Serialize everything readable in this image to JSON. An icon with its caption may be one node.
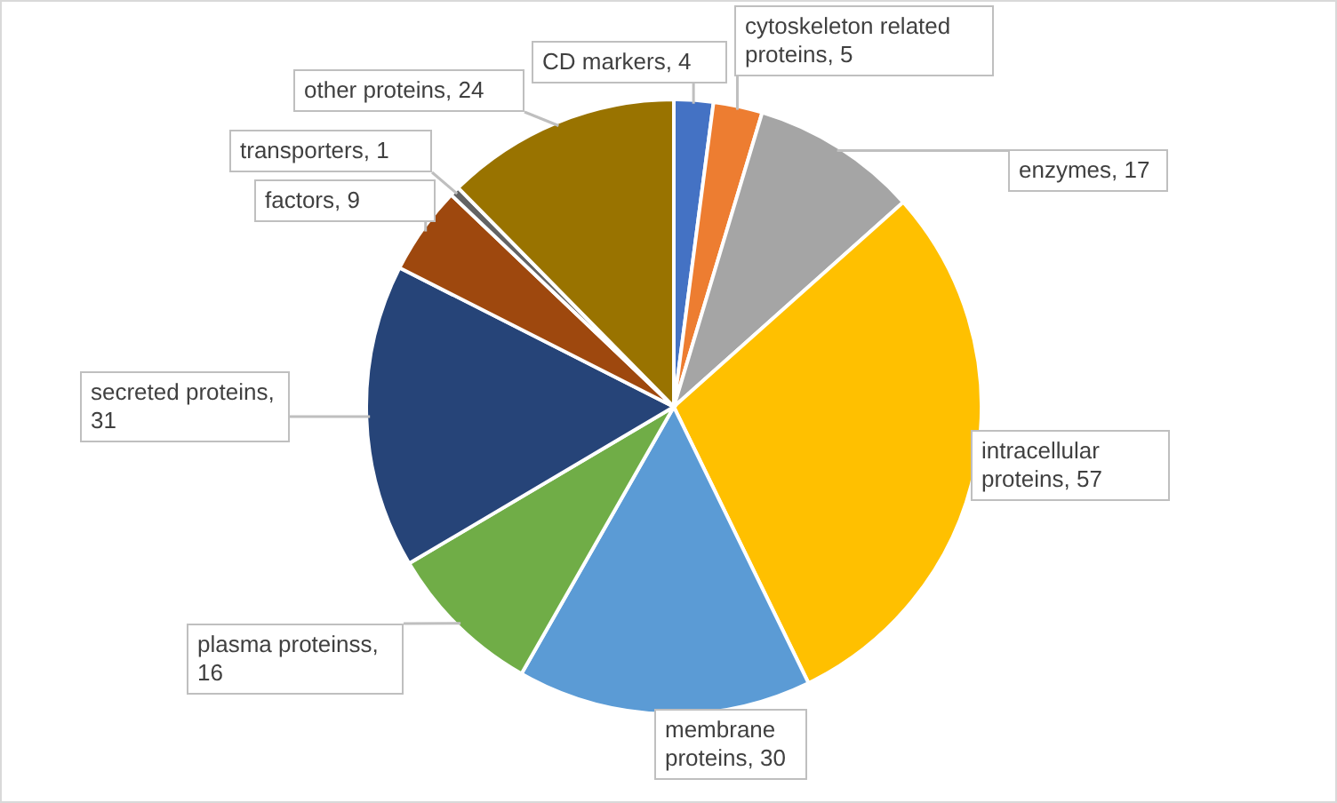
{
  "diagram": {
    "chart_data": {
      "type": "pie",
      "categories": [
        "CD markers, 4",
        "cytoskeleton related proteins, 5",
        "enzymes, 17",
        "intracellular proteins, 57",
        "membrane proteins, 30",
        "plasma proteinss, 16",
        "secreted proteins, 31",
        "factors, 9",
        "transporters, 1",
        "other proteins, 24"
      ],
      "series": [
        {
          "values": [
            4,
            5,
            17,
            57,
            30,
            16,
            31,
            9,
            1,
            24
          ]
        }
      ]
    }
  }
}
